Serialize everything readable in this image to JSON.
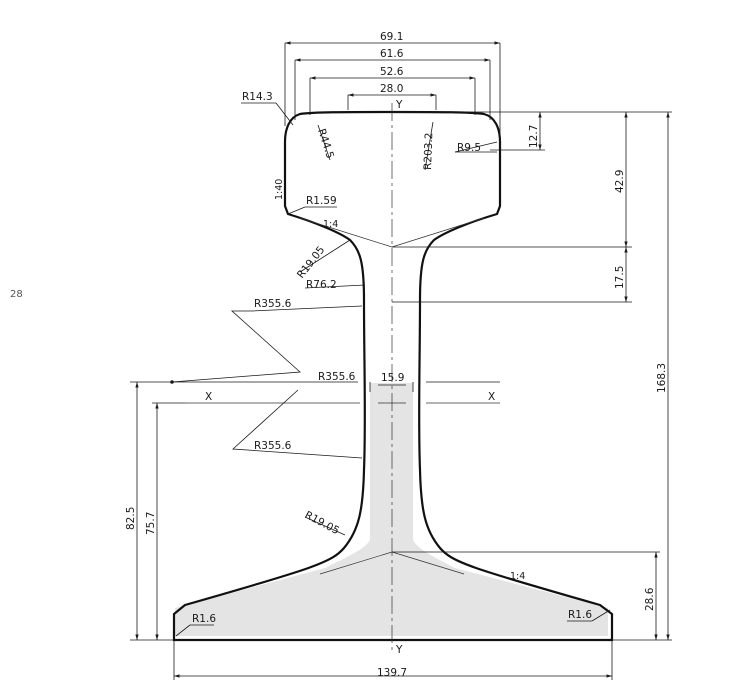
{
  "page_number": "28",
  "dims": {
    "d69_1": "69.1",
    "d61_6": "61.6",
    "d52_6": "52.6",
    "d28_0": "28.0",
    "d12_7": "12.7",
    "d42_9": "42.9",
    "d17_5": "17.5",
    "d168_3": "168.3",
    "d15_9": "15.9",
    "d82_5": "82.5",
    "d75_7": "75.7",
    "d28_6": "28.6",
    "d139_7": "139.7"
  },
  "radii": {
    "r14_3": "R14.3",
    "r44_5": "R44.5",
    "r203_2": "R203.2",
    "r9_5": "R9.5",
    "r1_59": "R1.59",
    "r19_05_top": "R19.05",
    "r76_2": "R76.2",
    "r355_6_a": "R355.6",
    "r355_6_b": "R355.6",
    "r355_6_c": "R355.6",
    "r19_05_bot": "R19.05",
    "r1_6_left": "R1.6",
    "r1_6_right": "R1.6"
  },
  "slopes": {
    "s1_40": "1:40",
    "s1_4_top": "1:4",
    "s1_4_bot": "1:4"
  },
  "axes": {
    "y_top": "Y",
    "y_bottom": "Y",
    "x_left": "X",
    "x_right": "X"
  }
}
